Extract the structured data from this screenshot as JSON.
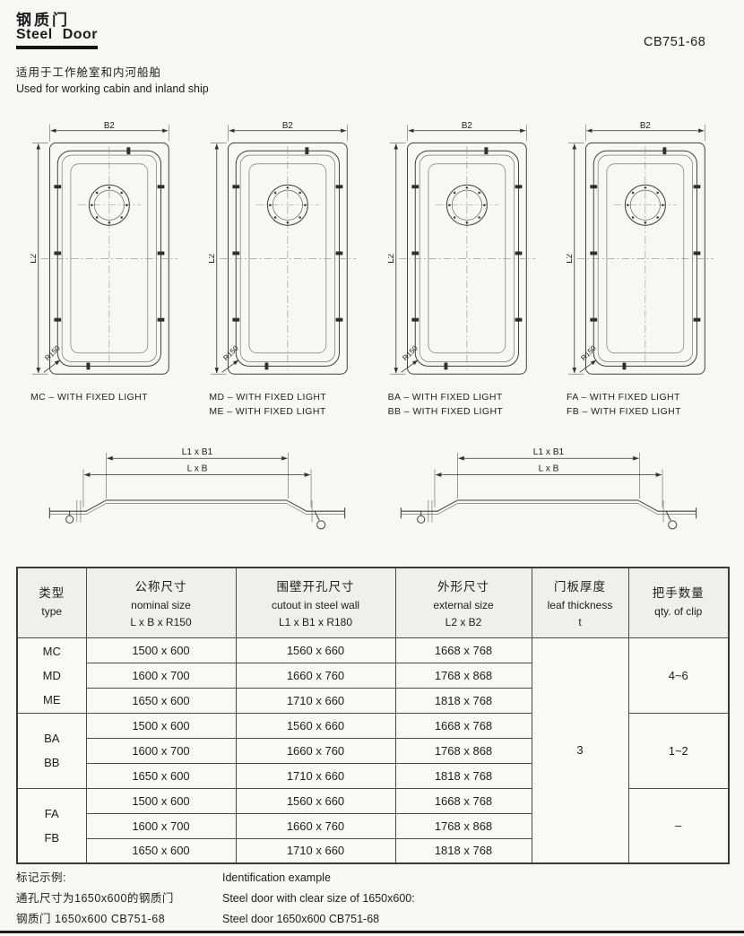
{
  "colors": {
    "ink": "#222222",
    "paper": "#f8f7f4"
  },
  "header": {
    "title_zh": "钢质门",
    "title_en": "Steel Door",
    "standard": "CB751-68",
    "subtitle_zh": "适用于工作舱室和内河船舶",
    "subtitle_en": "Used for working cabin and inland ship"
  },
  "diagrams": [
    {
      "dim_top": "B2",
      "dim_left": "L2",
      "radius_label": "R150",
      "captions": [
        "MC – WITH FIXED LIGHT"
      ]
    },
    {
      "dim_top": "B2",
      "dim_left": "L2",
      "radius_label": "R150",
      "captions": [
        "MD – WITH FIXED LIGHT",
        "ME – WITH FIXED LIGHT"
      ]
    },
    {
      "dim_top": "B2",
      "dim_left": "L2",
      "radius_label": "R150",
      "captions": [
        "BA – WITH FIXED LIGHT",
        "BB – WITH FIXED LIGHT"
      ]
    },
    {
      "dim_top": "B2",
      "dim_left": "L2",
      "radius_label": "R150",
      "captions": [
        "FA – WITH FIXED LIGHT",
        "FB – WITH FIXED LIGHT"
      ]
    }
  ],
  "sections": [
    {
      "dim_outer": "L1 x B1",
      "dim_inner": "L x B"
    },
    {
      "dim_outer": "L1 x B1",
      "dim_inner": "L x B"
    }
  ],
  "table": {
    "headers": [
      {
        "zh": "类型",
        "en": "type",
        "sub": ""
      },
      {
        "zh": "公称尺寸",
        "en": "nominal size",
        "sub": "L x B x R150"
      },
      {
        "zh": "围壁开孔尺寸",
        "en": "cutout in steel wall",
        "sub": "L1 x B1 x R180"
      },
      {
        "zh": "外形尺寸",
        "en": "external size",
        "sub": "L2 x B2"
      },
      {
        "zh": "门板厚度",
        "en": "leaf thickness",
        "sub": "t"
      },
      {
        "zh": "把手数量",
        "en": "qty. of clip",
        "sub": ""
      }
    ],
    "leaf_thickness": "3",
    "groups": [
      {
        "types": [
          "MC",
          "MD",
          "ME"
        ],
        "rows": [
          [
            "1500 x 600",
            "1560 x 660",
            "1668 x 768"
          ],
          [
            "1600 x 700",
            "1660 x 760",
            "1768 x 868"
          ],
          [
            "1650 x 600",
            "1710 x 660",
            "1818 x 768"
          ]
        ],
        "qty": "4~6"
      },
      {
        "types": [
          "BA",
          "BB"
        ],
        "rows": [
          [
            "1500 x 600",
            "1560 x 660",
            "1668 x 768"
          ],
          [
            "1600 x 700",
            "1660 x 760",
            "1768 x 868"
          ],
          [
            "1650 x 600",
            "1710 x 660",
            "1818 x 768"
          ]
        ],
        "qty": "1~2"
      },
      {
        "types": [
          "FA",
          "FB"
        ],
        "rows": [
          [
            "1500 x 600",
            "1560 x 660",
            "1668 x 768"
          ],
          [
            "1600 x 700",
            "1660 x 760",
            "1768 x 868"
          ],
          [
            "1650 x 600",
            "1710 x 660",
            "1818 x 768"
          ]
        ],
        "qty": "–"
      }
    ]
  },
  "footer": {
    "label_zh": "标记示例:",
    "line1_zh": "通孔尺寸为1650x600的钢质门",
    "line2_zh": "钢质门 1650x600 CB751-68",
    "label_en": "Identification example",
    "line1_en": "Steel door with clear size of 1650x600:",
    "line2_en": "Steel door 1650x600 CB751-68"
  }
}
